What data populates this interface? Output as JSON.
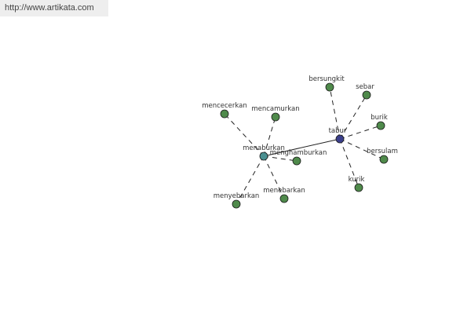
{
  "header": {
    "url": "http://www.artikata.com"
  },
  "colors": {
    "leaf_node": "#4f8a4b",
    "hub_node": "#4a8f90",
    "center_node": "#3b3f8c",
    "edge": "#222222"
  },
  "graph": {
    "nodes": [
      {
        "id": "tabur",
        "label": "tabur",
        "type": "center"
      },
      {
        "id": "menaburkan",
        "label": "menaburkan",
        "type": "hub"
      },
      {
        "id": "bersungkit",
        "label": "bersungkit",
        "type": "leaf"
      },
      {
        "id": "sebar",
        "label": "sebar",
        "type": "leaf"
      },
      {
        "id": "burik",
        "label": "burik",
        "type": "leaf"
      },
      {
        "id": "bersulam",
        "label": "bersulam",
        "type": "leaf"
      },
      {
        "id": "kurik",
        "label": "kurik",
        "type": "leaf"
      },
      {
        "id": "mencecerkan",
        "label": "mencecerkan",
        "type": "leaf"
      },
      {
        "id": "mencamurkan",
        "label": "mencamurkan",
        "type": "leaf"
      },
      {
        "id": "menghamburkan",
        "label": "menghamburkan",
        "type": "leaf"
      },
      {
        "id": "menyebarkan",
        "label": "menyebarkan",
        "type": "leaf"
      },
      {
        "id": "menebarkan",
        "label": "menebarkan",
        "type": "leaf"
      }
    ],
    "edges": [
      {
        "from": "menaburkan",
        "to": "tabur",
        "style": "solid"
      },
      {
        "from": "tabur",
        "to": "bersungkit",
        "style": "dashed"
      },
      {
        "from": "tabur",
        "to": "sebar",
        "style": "dashed"
      },
      {
        "from": "tabur",
        "to": "burik",
        "style": "dashed"
      },
      {
        "from": "tabur",
        "to": "bersulam",
        "style": "dashed"
      },
      {
        "from": "tabur",
        "to": "kurik",
        "style": "dashed"
      },
      {
        "from": "menaburkan",
        "to": "mencecerkan",
        "style": "dashed"
      },
      {
        "from": "menaburkan",
        "to": "mencamurkan",
        "style": "dashed"
      },
      {
        "from": "menaburkan",
        "to": "menghamburkan",
        "style": "dashed"
      },
      {
        "from": "menaburkan",
        "to": "menyebarkan",
        "style": "dashed"
      },
      {
        "from": "menaburkan",
        "to": "menebarkan",
        "style": "dashed"
      }
    ]
  }
}
